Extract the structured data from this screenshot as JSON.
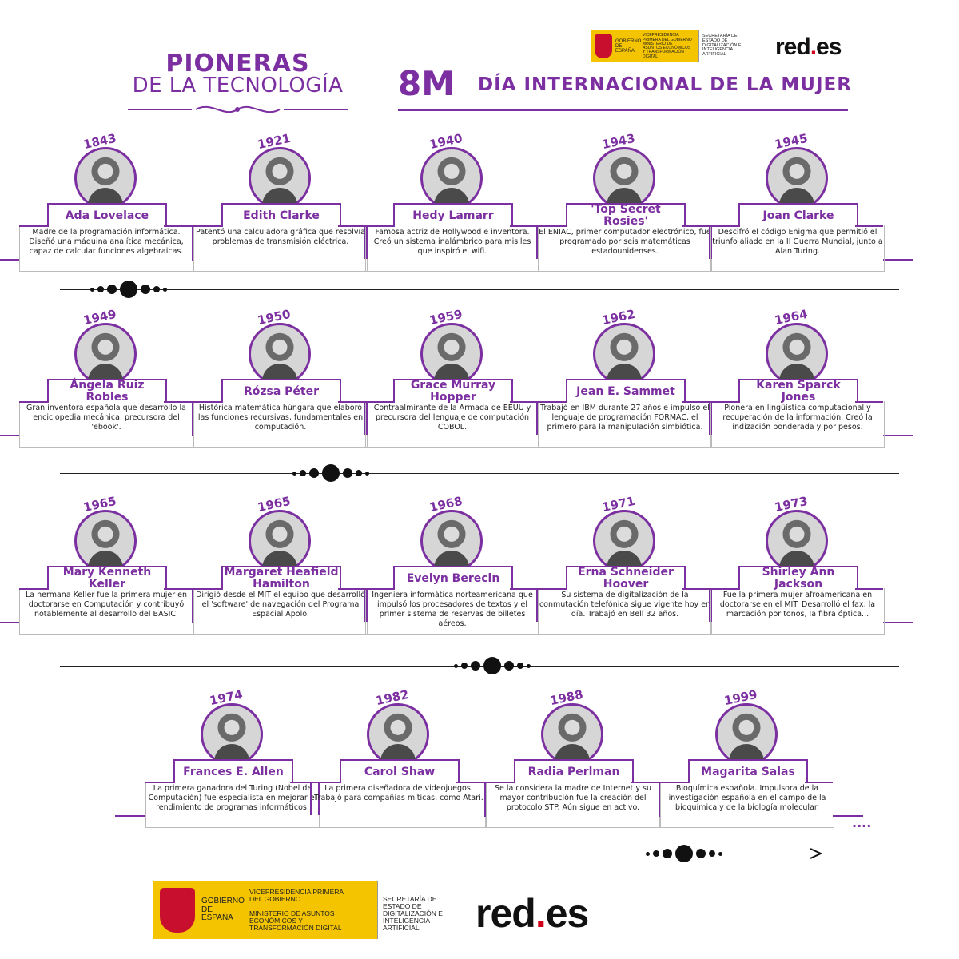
{
  "header": {
    "title_line1": "PIONERAS",
    "title_line2": "DE LA TECNOLOGÍA",
    "date_label": "8M",
    "event_label": "DÍA INTERNACIONAL DE LA MUJER"
  },
  "logos": {
    "gov_label": "GOBIERNO DE ESPAÑA",
    "vice_label": "VICEPRESIDENCIA PRIMERA DEL GOBIERNO",
    "ministry_label": "MINISTERIO DE ASUNTOS ECONÓMICOS Y TRANSFORMACIÓN DIGITAL",
    "secretary_label": "SECRETARÍA DE ESTADO DE DIGITALIZACIÓN E INTELIGENCIA ARTIFICIAL",
    "brand_main": "red",
    "brand_dot": ".",
    "brand_tld": "es"
  },
  "rows": [
    [
      {
        "year": "1843",
        "name": "Ada Lovelace",
        "desc": "Madre de la programación informática. Diseñó una máquina analítica mecánica, capaz de calcular funciones algebraicas."
      },
      {
        "year": "1921",
        "name": "Edith Clarke",
        "desc": "Patentó una calculadora gráfica que resolvía problemas de transmisión eléctrica."
      },
      {
        "year": "1940",
        "name": "Hedy Lamarr",
        "desc": "Famosa actriz de Hollywood e inventora. Creó un sistema inalámbrico para misiles que inspiró el wifi."
      },
      {
        "year": "1943",
        "name": "'Top Secret Rosies'",
        "desc": "El ENIAC, primer computador electrónico, fue programado por seis matemáticas estadounidenses."
      },
      {
        "year": "1945",
        "name": "Joan Clarke",
        "desc": "Descifró el código Enigma que permitió el triunfo aliado en la II Guerra Mundial, junto a Alan Turing."
      }
    ],
    [
      {
        "year": "1949",
        "name": "Ángela Ruiz Robles",
        "desc": "Gran inventora española que desarrollo la enciclopedia mecánica, precursora del 'ebook'."
      },
      {
        "year": "1950",
        "name": "Rózsa Péter",
        "desc": "Histórica matemática húngara que elaboró las funciones recursivas, fundamentales en computación."
      },
      {
        "year": "1959",
        "name": "Grace Murray Hopper",
        "desc": "Contraalmirante de la Armada de EEUU y precursora del lenguaje de computación COBOL."
      },
      {
        "year": "1962",
        "name": "Jean E. Sammet",
        "desc": "Trabajó en IBM durante 27 años e impulsó el lenguaje de programación FORMAC, el primero para la manipulación simbiótica."
      },
      {
        "year": "1964",
        "name": "Karen Sparck Jones",
        "desc": "Pionera en lingüística computacional y recuperación de la información. Creó la indización ponderada y por pesos."
      }
    ],
    [
      {
        "year": "1965",
        "name": "Mary Kenneth Keller",
        "desc": "La hermana Keller fue la primera mujer en doctorarse en Computación y contribuyó notablemente al desarrollo del BASIC."
      },
      {
        "year": "1965",
        "name": "Margaret Heafield Hamilton",
        "desc": "Dirigió desde el MIT el equipo que desarrolló el 'software' de navegación del Programa Espacial Apolo."
      },
      {
        "year": "1968",
        "name": "Evelyn Berecin",
        "desc": "Ingeniera informática norteamericana que impulsó los procesadores de textos y el primer sistema de reservas de billetes aéreos."
      },
      {
        "year": "1971",
        "name": "Erna Schneider Hoover",
        "desc": "Su sistema de digitalización de la conmutación telefónica sigue vigente hoy en día. Trabajó en Bell 32 años."
      },
      {
        "year": "1973",
        "name": "Shirley Ann Jackson",
        "desc": "Fue la primera mujer afroamericana en doctorarse en el MIT. Desarrolló el fax, la marcación por tonos, la fibra óptica..."
      }
    ],
    [
      {
        "year": "1974",
        "name": "Frances E. Allen",
        "desc": "La primera ganadora del Turing (Nobel de Computación) fue especialista en mejorar el rendimiento de programas informáticos."
      },
      {
        "year": "1982",
        "name": "Carol Shaw",
        "desc": "La primera diseñadora de videojuegos. Trabajó para compañías míticas, como Atari."
      },
      {
        "year": "1988",
        "name": "Radia Perlman",
        "desc": "Se la considera la madre de Internet y su mayor contribución fue la creación del protocolo STP. Aún sigue en activo."
      },
      {
        "year": "1999",
        "name": "Magarita Salas",
        "desc": "Bioquímica española. Impulsora de la investigación española en el campo de la bioquímica y de la biología molecular."
      }
    ]
  ],
  "continuation": "...."
}
